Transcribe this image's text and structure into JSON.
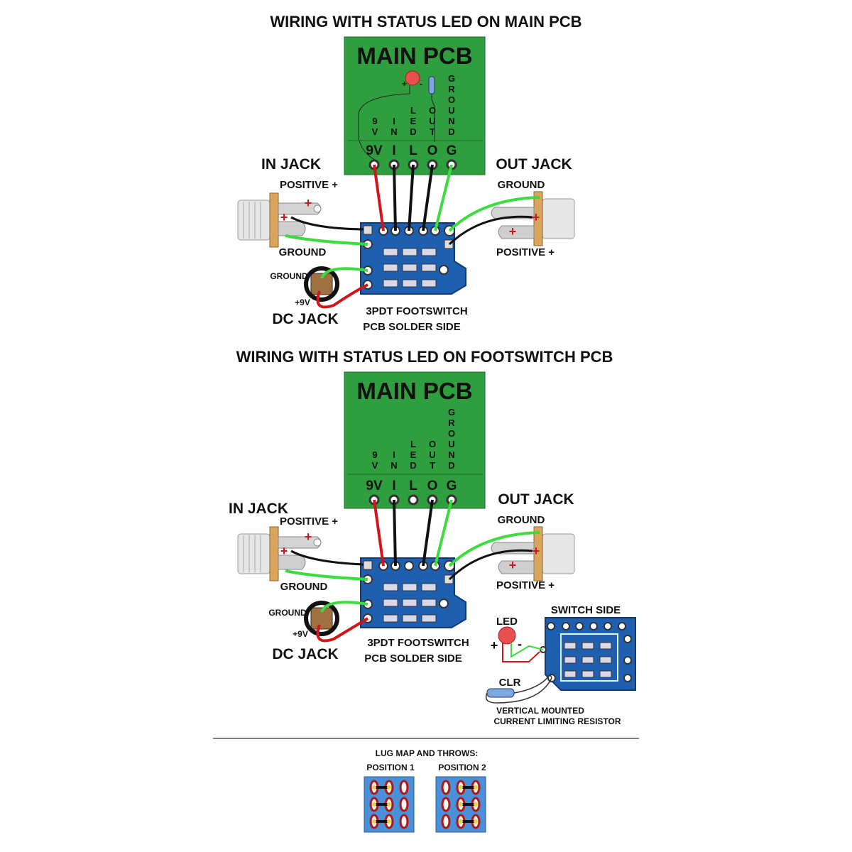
{
  "diagram1": {
    "title": "WIRING WITH STATUS LED ON MAIN PCB",
    "main_pcb": "MAIN PCB",
    "in_jack": "IN JACK",
    "out_jack": "OUT JACK",
    "in_positive": "POSITIVE +",
    "in_ground": "GROUND",
    "out_ground": "GROUND",
    "out_positive": "POSITIVE +",
    "dc_ground": "GROUND",
    "dc_9v": "+9V",
    "dc_jack": "DC JACK",
    "fs_line1": "3PDT FOOTSWITCH",
    "fs_line2": "PCB SOLDER SIDE"
  },
  "diagram2": {
    "title": "WIRING WITH STATUS LED ON FOOTSWITCH PCB",
    "main_pcb": "MAIN PCB",
    "in_jack": "IN JACK",
    "out_jack": "OUT JACK",
    "in_positive": "POSITIVE +",
    "in_ground": "GROUND",
    "out_ground": "GROUND",
    "out_positive": "POSITIVE +",
    "dc_ground": "GROUND",
    "dc_9v": "+9V",
    "dc_jack": "DC JACK",
    "fs_line1": "3PDT FOOTSWITCH",
    "fs_line2": "PCB SOLDER SIDE",
    "switch_side": "SWITCH SIDE",
    "led": "LED",
    "led_plus": "+",
    "led_minus": "-",
    "clr": "CLR",
    "clr_note1": "VERTICAL MOUNTED",
    "clr_note2": "CURRENT LIMITING RESISTOR"
  },
  "pcb_pins": [
    "9V",
    "I",
    "L",
    "O",
    "G"
  ],
  "pcb_vertical_labels": [
    "9V",
    "IN",
    "LED",
    "OUT",
    "GROUND"
  ],
  "lug_map": {
    "title": "LUG MAP AND THROWS:",
    "position1": "POSITION 1",
    "position2": "POSITION 2"
  },
  "colors": {
    "pcb_green": "#2e9e3e",
    "footswitch_blue": "#1f5fb0",
    "wire_red": "#d4141c",
    "wire_black": "#111111",
    "wire_green": "#3ddc3d"
  }
}
